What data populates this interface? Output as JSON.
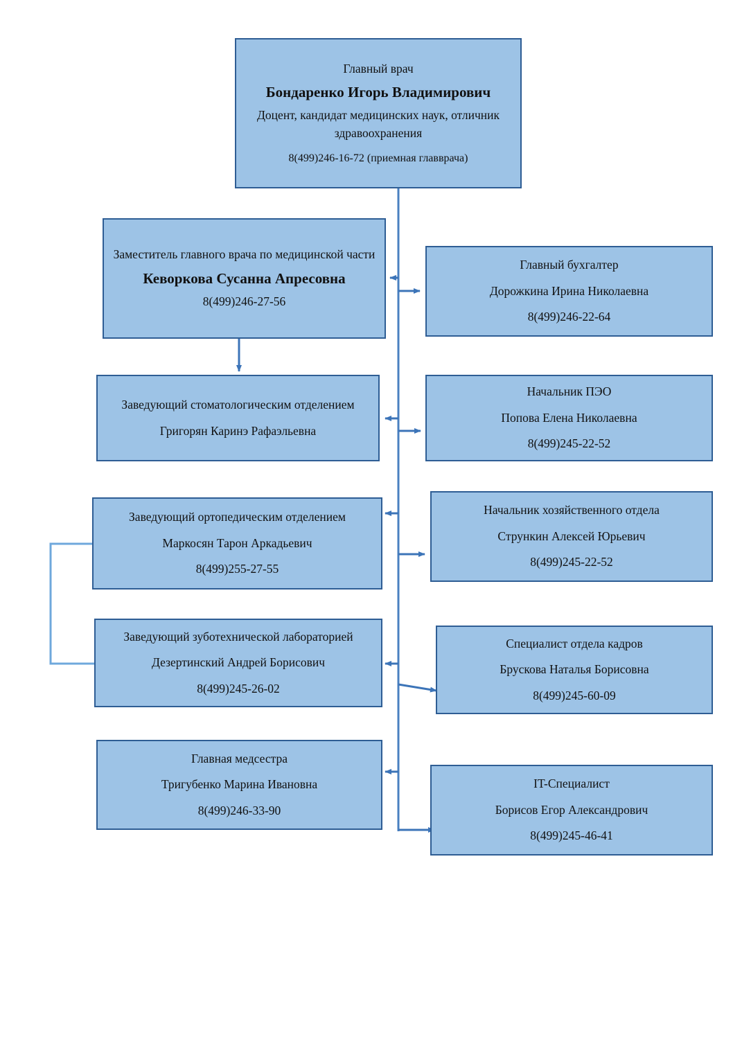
{
  "document": {
    "type": "organizational-chart",
    "title_text": "",
    "colors": {
      "node_fill": "#9DC3E6",
      "node_border": "#2E5D94",
      "connector": "#4A80C0",
      "text": "#111111",
      "page_background": "#FFFFFF"
    }
  },
  "nodes": [
    {
      "id": "chief-physician",
      "role": "Главный врач",
      "name": "Бондаренко Игорь Владимирович",
      "credentials": "Доцент, кандидат медицинских наук, отличник здравоохранения",
      "phone": "8(499)246-16-72 (приемная главврача)"
    },
    {
      "id": "deputy-chief-medical",
      "role": "Заместитель главного врача по медицинской части",
      "name": "Кеворкова Сусанна Апресовна",
      "phone": "8(499)246-27-56"
    },
    {
      "id": "chief-accountant",
      "role": "Главный бухгалтер",
      "name": "Дорожкина Ирина Николаевна",
      "phone": "8(499)246-22-64"
    },
    {
      "id": "head-dental-department",
      "role": "Заведующий стоматологическим отделением",
      "name": "Григорян Каринэ Рафаэльевна",
      "phone": ""
    },
    {
      "id": "head-peo",
      "role": "Начальник ПЭО",
      "name": "Попова Елена Николаевна",
      "phone": "8(499)245-22-52"
    },
    {
      "id": "head-orthopedic-department",
      "role": "Заведующий ортопедическим отделением",
      "name": "Маркосян Тарон Аркадьевич",
      "phone": "8(499)255-27-55"
    },
    {
      "id": "head-economic-department",
      "role": "Начальник хозяйственного отдела",
      "name": "Стрункин Алексей Юрьевич",
      "phone": "8(499)245-22-52"
    },
    {
      "id": "head-dental-lab",
      "role": "Заведующий зуботехнической лабораторией",
      "name": "Дезертинский Андрей Борисович",
      "phone": "8(499)245-26-02"
    },
    {
      "id": "hr-specialist",
      "role": "Специалист отдела кадров",
      "name": "Брускова Наталья Борисовна",
      "phone": "8(499)245-60-09"
    },
    {
      "id": "head-nurse",
      "role": "Главная медсестра",
      "name": "Тригубенко Марина Ивановна",
      "phone": "8(499)246-33-90"
    },
    {
      "id": "it-specialist",
      "role": "IT-Специалист",
      "name": "Борисов Егор Александрович",
      "phone": "8(499)245-46-41"
    }
  ]
}
